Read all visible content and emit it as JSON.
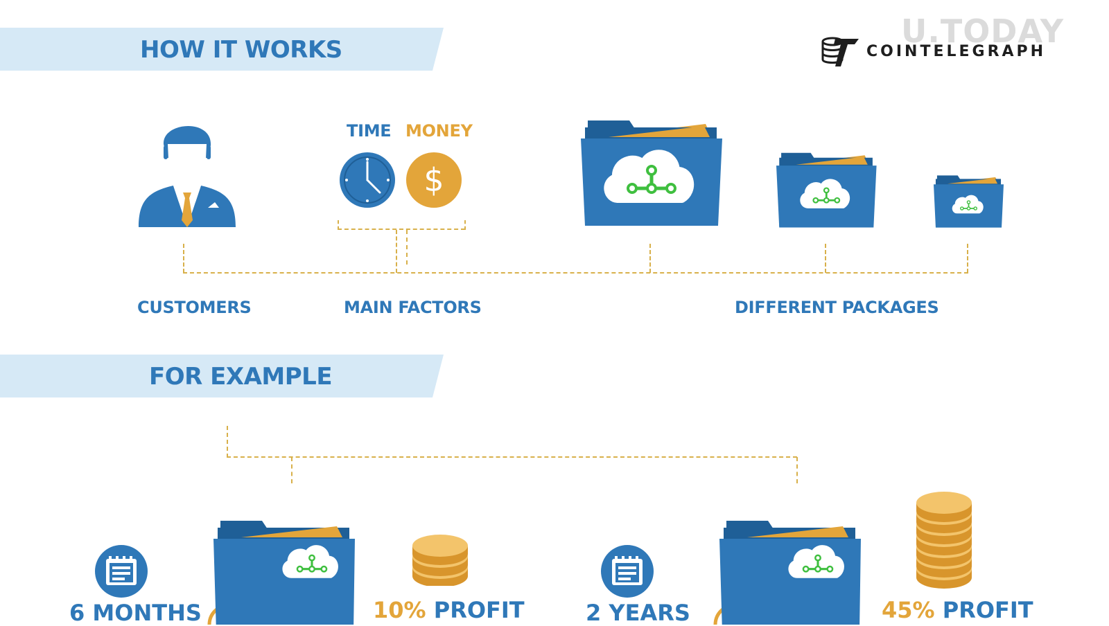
{
  "brand": {
    "logo_text": "COINTELEGRAPH",
    "watermark": "U.TODAY"
  },
  "sections": {
    "how_it_works": "HOW IT WORKS",
    "for_example": "FOR EXAMPLE"
  },
  "factors": {
    "time": "TIME",
    "money": "MONEY"
  },
  "labels": {
    "customers": "CUSTOMERS",
    "main_factors": "MAIN FACTORS",
    "different_packages": "DIFFERENT PACKAGES"
  },
  "examples": [
    {
      "duration": "6 MONTHS",
      "percent": "10%",
      "profit": "PROFIT"
    },
    {
      "duration": "2 YEARS",
      "percent": "45%",
      "profit": "PROFIT"
    }
  ],
  "colors": {
    "primary_blue": "#2f78b8",
    "dark_blue": "#1f5f97",
    "gold": "#e3a53a",
    "banner_bg": "#d6e9f6",
    "network_green": "#3fbf3f"
  },
  "icons": [
    "customer-icon",
    "clock-icon",
    "dollar-coin-icon",
    "folder-cloud-icon",
    "calendar-icon",
    "coin-stack-icon",
    "cointelegraph-logo-icon"
  ]
}
